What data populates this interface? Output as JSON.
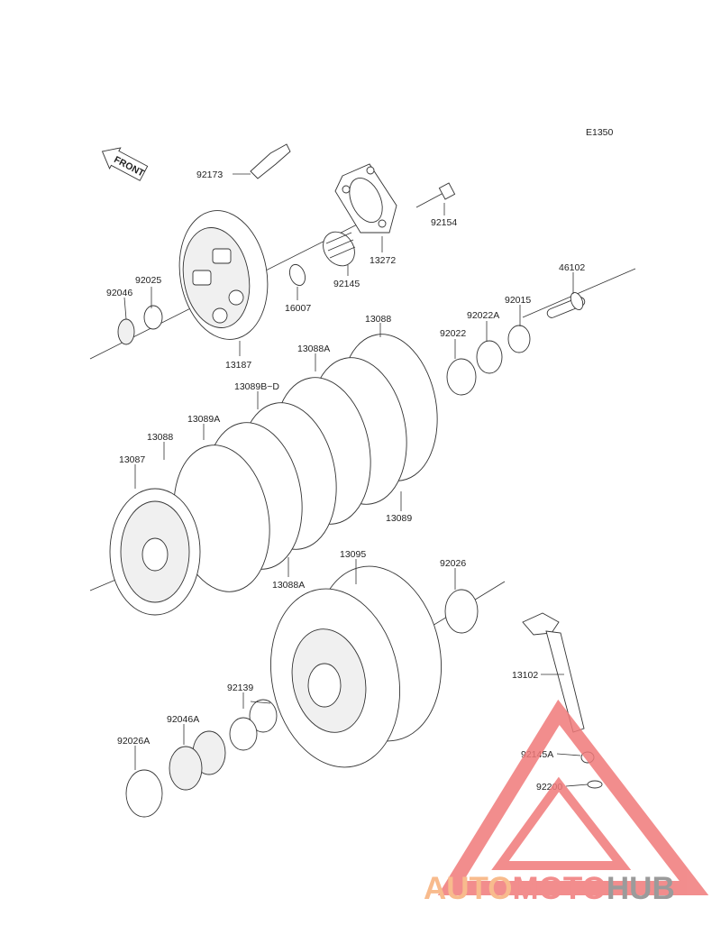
{
  "diagram": {
    "code": "E1350",
    "front_label": "FRONT",
    "callouts": [
      {
        "id": "c92173",
        "text": "92173"
      },
      {
        "id": "c92154",
        "text": "92154"
      },
      {
        "id": "c13272",
        "text": "13272"
      },
      {
        "id": "c92145",
        "text": "92145"
      },
      {
        "id": "c16007",
        "text": "16007"
      },
      {
        "id": "c92025",
        "text": "92025"
      },
      {
        "id": "c92046",
        "text": "92046"
      },
      {
        "id": "c13187",
        "text": "13187"
      },
      {
        "id": "c46102",
        "text": "46102"
      },
      {
        "id": "c92015",
        "text": "92015"
      },
      {
        "id": "c92022A",
        "text": "92022A"
      },
      {
        "id": "c92022",
        "text": "92022"
      },
      {
        "id": "c13088top",
        "text": "13088"
      },
      {
        "id": "c13088Atop",
        "text": "13088A"
      },
      {
        "id": "c13089BD",
        "text": "13089B~D"
      },
      {
        "id": "c13089A",
        "text": "13089A"
      },
      {
        "id": "c13088left",
        "text": "13088"
      },
      {
        "id": "c13087",
        "text": "13087"
      },
      {
        "id": "c13089",
        "text": "13089"
      },
      {
        "id": "c13088Abot",
        "text": "13088A"
      },
      {
        "id": "c13095",
        "text": "13095"
      },
      {
        "id": "c92026",
        "text": "92026"
      },
      {
        "id": "c92139",
        "text": "92139"
      },
      {
        "id": "c92046A",
        "text": "92046A"
      },
      {
        "id": "c92026A",
        "text": "92026A"
      },
      {
        "id": "c13102",
        "text": "13102"
      },
      {
        "id": "c92145A",
        "text": "92145A"
      },
      {
        "id": "c92200",
        "text": "92200"
      }
    ]
  },
  "watermark": {
    "part1": "AUTO",
    "part2": "MOTO",
    "part3": "HUB",
    "triangle_color": "#f07a7a",
    "auto_color": "#f7b07a",
    "moto_color": "#f07a7a",
    "hub_color": "#8a8a8a"
  }
}
